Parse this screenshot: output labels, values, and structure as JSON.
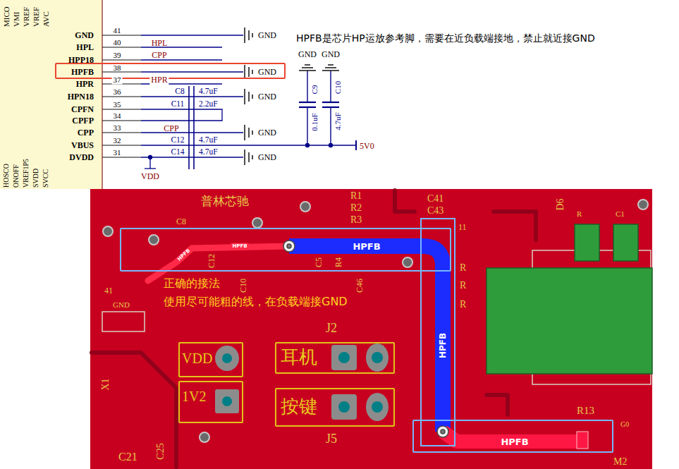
{
  "diagram": {
    "nodes": [
      {
        "text": [
          "HPFB"
        ]
      },
      {
        "text": [
          "HPFB"
        ]
      },
      {
        "text": [
          "HPFB"
        ]
      },
      {
        "text": [
          "VDD"
        ]
      },
      {
        "text": [
          "1V2"
        ]
      },
      {
        "text": [
          "耳机"
        ]
      },
      {
        "text": [
          "按键"
        ]
      }
    ],
    "edges": [
      {
        "from": 1,
        "to": 2,
        "arrow": "none",
        "label": "HPFB"
      }
    ],
    "labels": [
      "MICO",
      "VMI",
      "VREF",
      "VREF",
      "AVC",
      "HOSCO",
      "ONOFF",
      "VREF1P5",
      "SVDD",
      "SVCC",
      "GND",
      "41",
      "HPL",
      "40",
      "HPP18",
      "39",
      "38",
      "HPR",
      "37",
      "HPN18",
      "36",
      "CPFN",
      "35",
      "CPFP",
      "34",
      "CPP",
      "33",
      "VBUS",
      "32",
      "DVDD",
      "31",
      "HPL",
      "CPP",
      "HPR",
      "CPP",
      "C8",
      "4.7uF",
      "C11",
      "2.2uF",
      "C12",
      "4.7uF",
      "C14",
      "4.7uF",
      "GND",
      "GND",
      "GND",
      "GND",
      "GND",
      "5V0",
      "VDD",
      "GND",
      "GND",
      "C9",
      "0.1uF",
      "C10",
      "4.7uF",
      "HPFB是芯片HP运放参考脚，需要在近负载端接地，禁止就近接GND",
      "普林芯驰",
      "R1",
      "R2",
      "R3",
      "C41",
      "C43",
      "11",
      "R",
      "R",
      "R",
      "C5",
      "R4",
      "C46",
      "C8",
      "HPFB",
      "HPFB",
      "C12",
      "C10",
      "41",
      "GND",
      "正确的接法",
      "使用尽可能粗的线，在负载端接GND",
      "J2",
      "J5",
      "D6",
      "R",
      "C1",
      "R13",
      "G0",
      "M2",
      "C21",
      "C25",
      "X1"
    ]
  }
}
